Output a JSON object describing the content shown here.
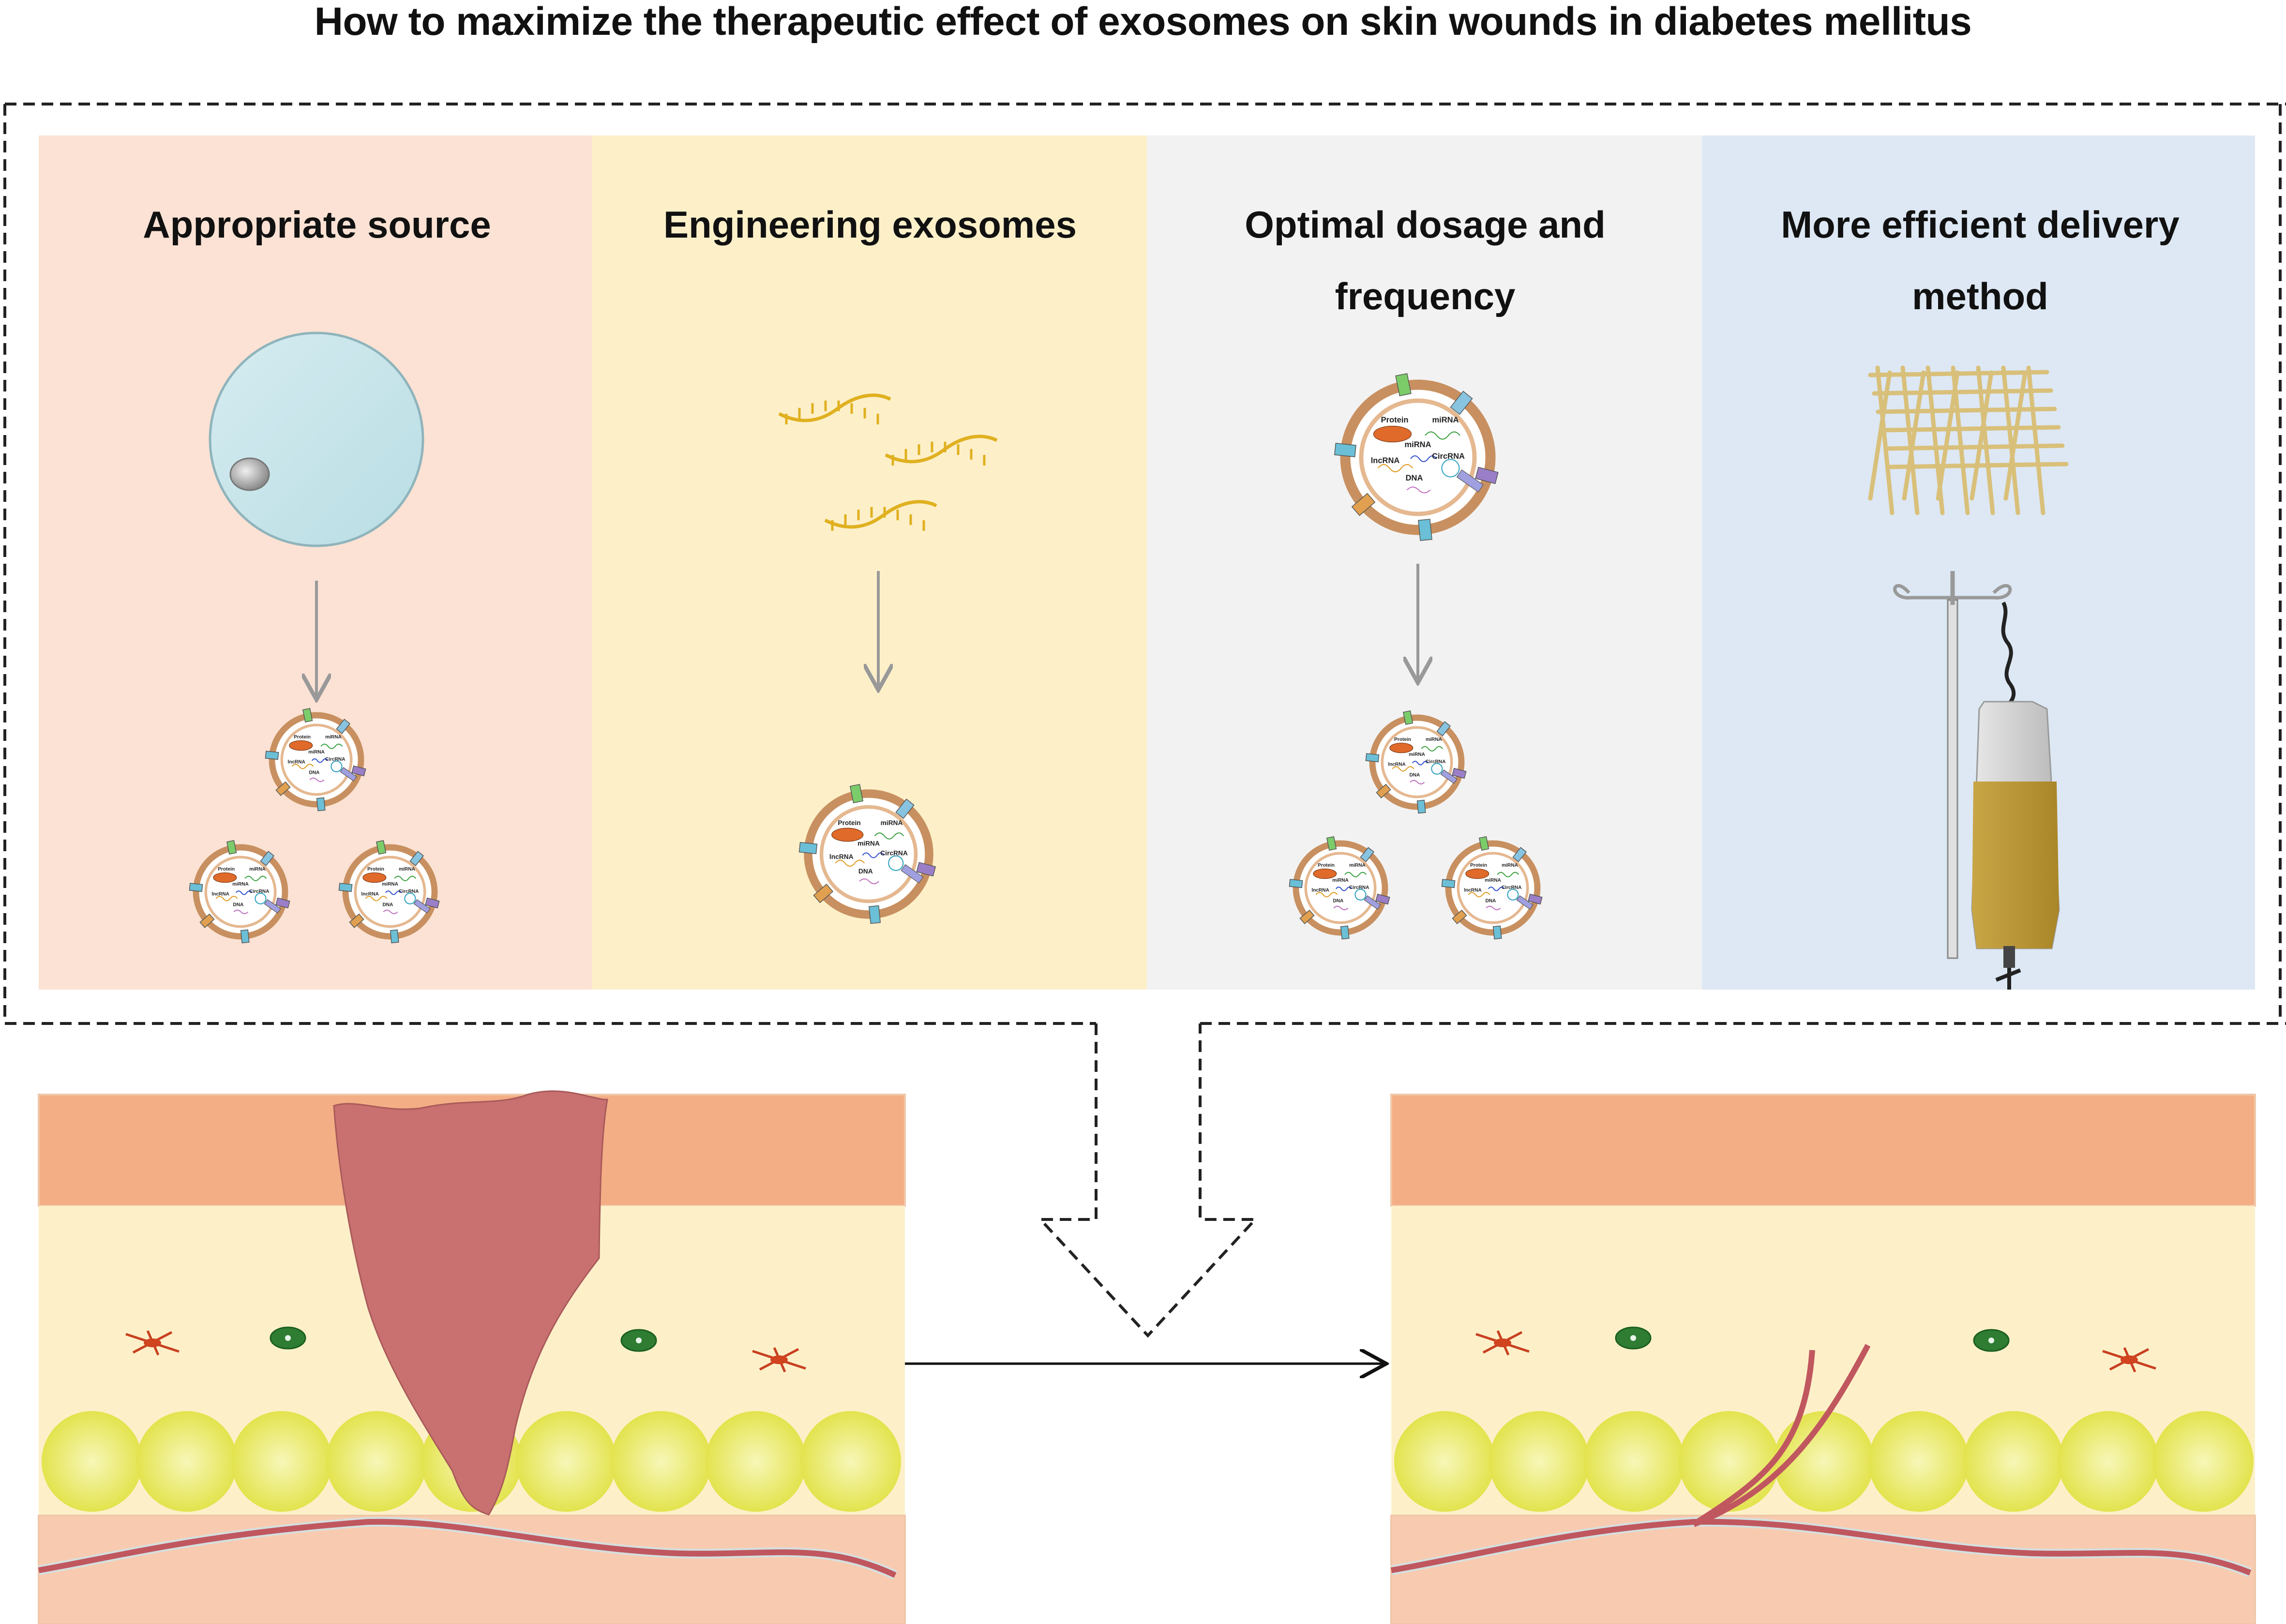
{
  "title": "How to maximize the therapeutic effect of exosomes on skin wounds in diabetes mellitus",
  "panels": [
    {
      "line1": "Appropriate source",
      "line2": "",
      "color": "#fbe2d4"
    },
    {
      "line1": "Engineering exosomes",
      "line2": "",
      "color": "#fdf0c9"
    },
    {
      "line1": "Optimal dosage and",
      "line2": "frequency",
      "color": "#f2f2f2"
    },
    {
      "line1": "More efficient delivery",
      "line2": "method",
      "color": "#dde8f4"
    }
  ],
  "exosome_labels": {
    "protein": "Protein",
    "mirna": "miRNA",
    "lncrna": "lncRNA",
    "dna": "DNA",
    "circrna": "CircRNA"
  },
  "colors": {
    "epidermis": "#f4ae86",
    "dermis": "#fdf0c9",
    "hypodermis": "#f8cbb0",
    "wound": "#c97070",
    "vessel": "#c0575f",
    "fat_cell": "#e6e65a",
    "stem_cell": "#cfe8ee"
  }
}
